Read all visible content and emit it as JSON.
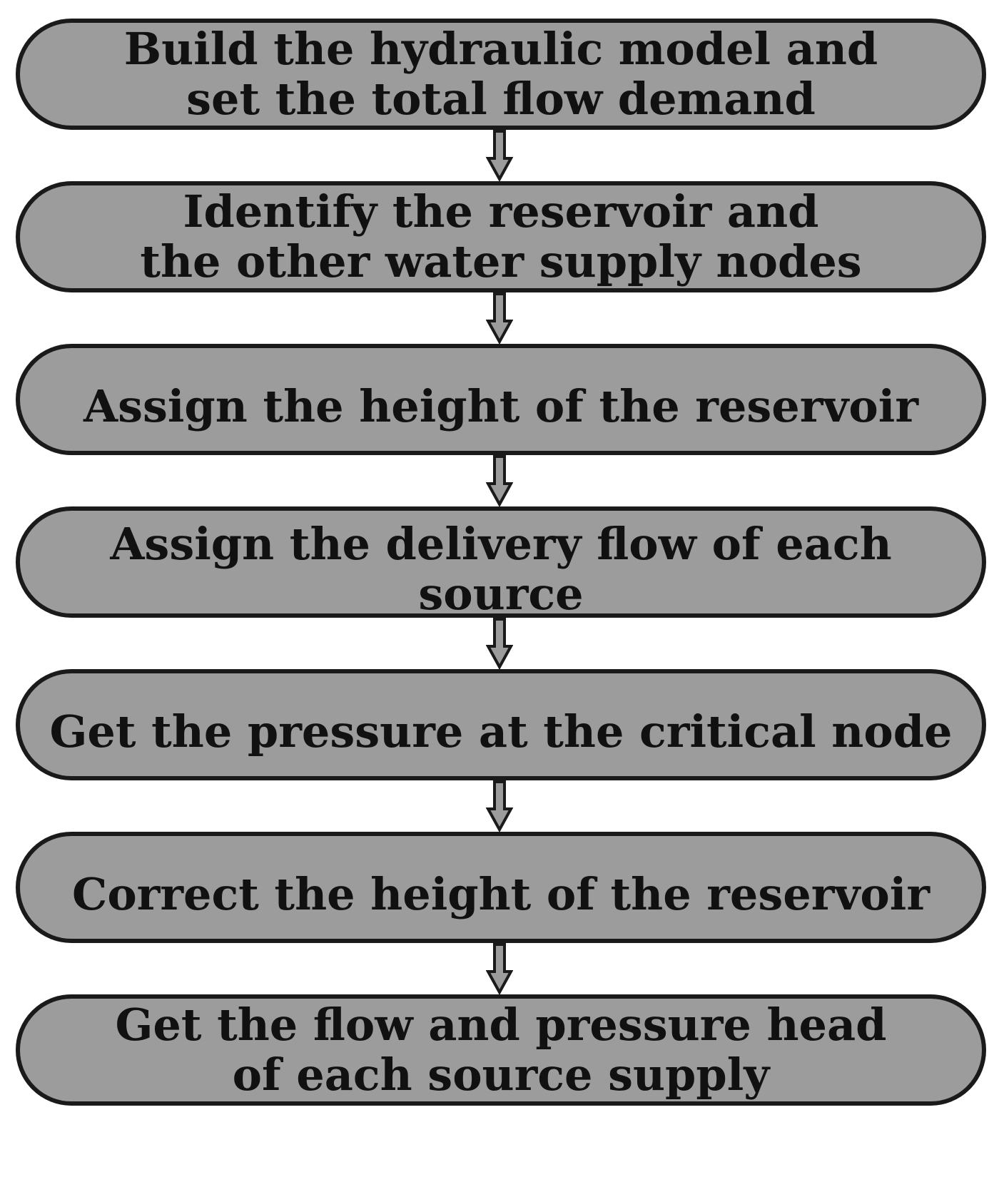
{
  "diagram": {
    "steps": [
      {
        "label": "Build the hydraulic model and\nset the total flow demand"
      },
      {
        "label": "Identify the reservoir and\nthe other water supply nodes"
      },
      {
        "label": "Assign the height of the reservoir"
      },
      {
        "label": "Assign the delivery flow of each source"
      },
      {
        "label": "Get the pressure at the critical node"
      },
      {
        "label": "Correct the height of the reservoir"
      },
      {
        "label": "Get the flow and pressure head\nof each source supply"
      }
    ],
    "colors": {
      "box_fill": "#9c9c9c",
      "box_border": "#1a1a1a",
      "text": "#111111",
      "arrow_fill": "#9c9c9c",
      "arrow_stroke": "#1a1a1a"
    }
  }
}
